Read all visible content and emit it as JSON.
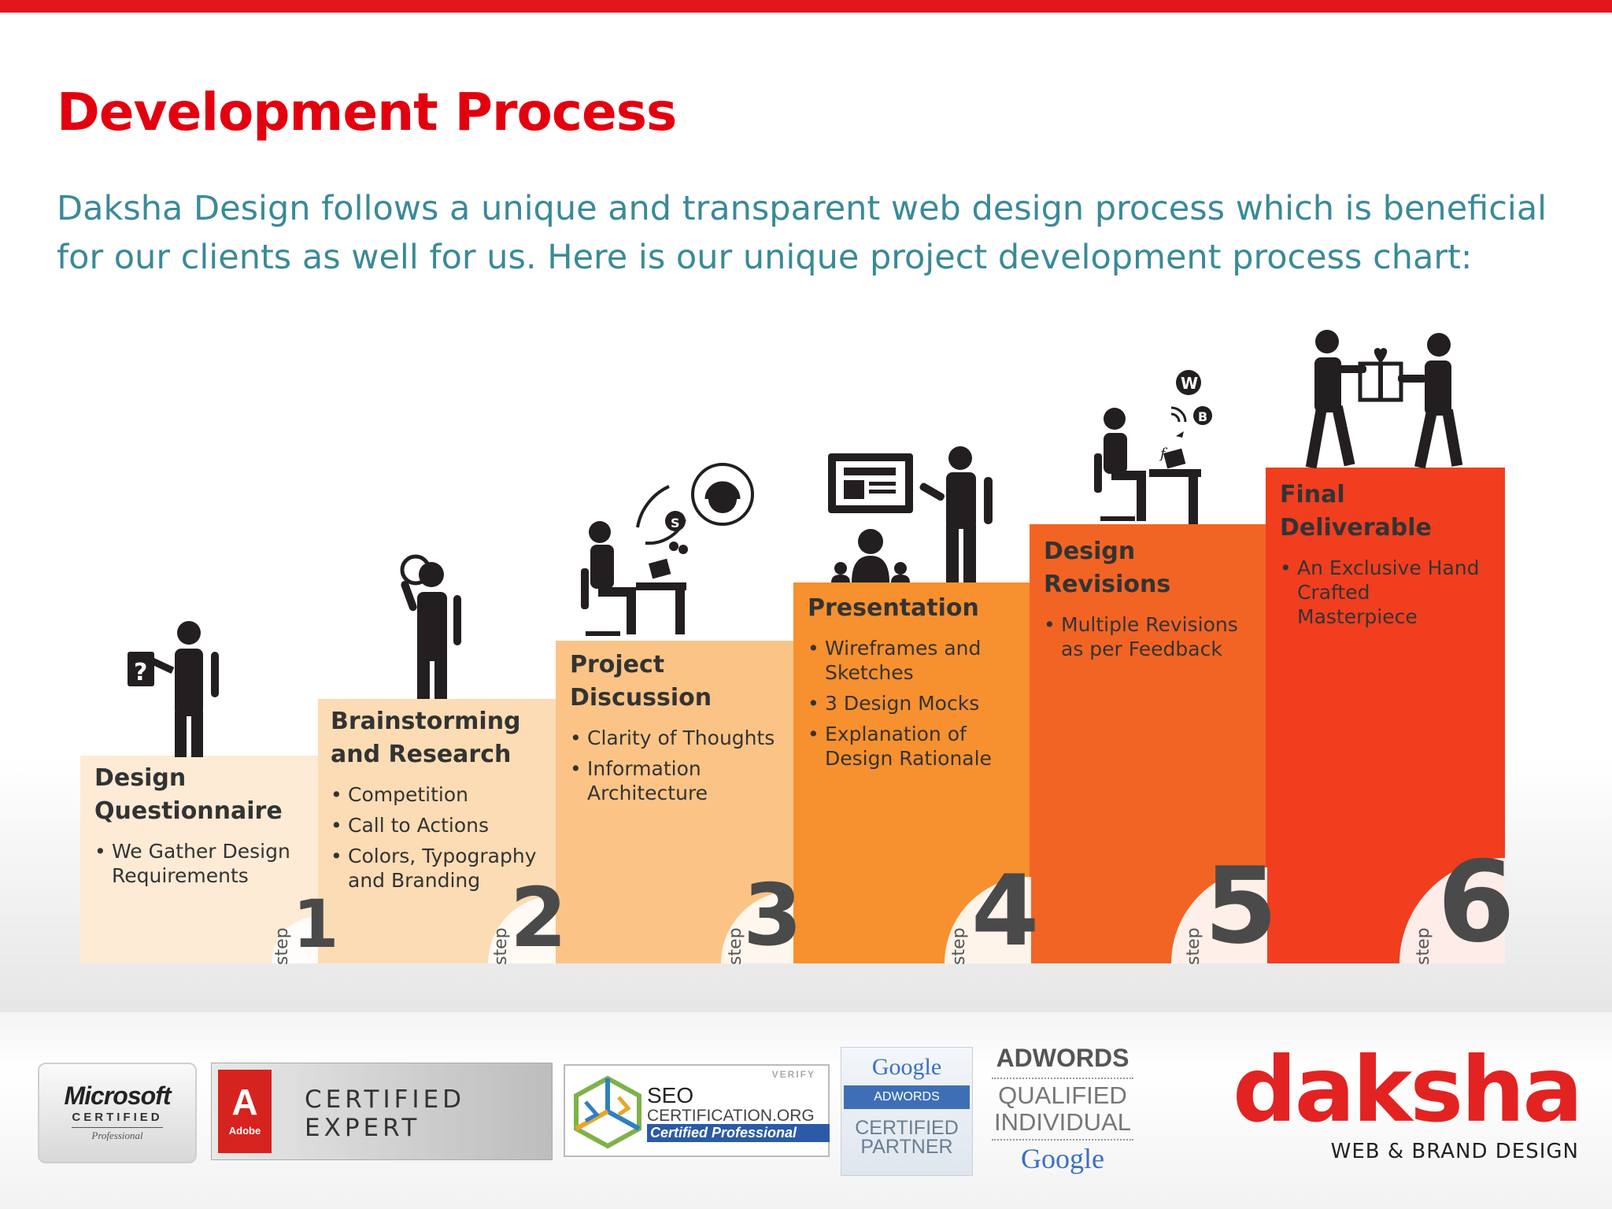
{
  "slide": {
    "title": "Development Process",
    "intro": "Daksha Design follows a unique and transparent web design process which is beneficial for our clients as well for us. Here is our unique project development process chart:"
  },
  "colors": {
    "topbar": "#e3161b",
    "title": "#e3000f",
    "intro": "#3a8a98",
    "steps": [
      "#fdebd6",
      "#fcdcb4",
      "#fbc486",
      "#f7902e",
      "#f26424",
      "#f03e1f"
    ]
  },
  "diagram": {
    "step_word": "step",
    "steps": [
      {
        "number": "1",
        "title": "Design Questionnaire",
        "bullets": [
          "We Gather Design Requirements"
        ],
        "icon": "person-question-icon"
      },
      {
        "number": "2",
        "title": "Brainstorming and Research",
        "bullets": [
          "Competition",
          "Call to Actions",
          "Colors, Typography and Branding"
        ],
        "icon": "person-magnifier-icon"
      },
      {
        "number": "3",
        "title": "Project Discussion",
        "bullets": [
          "Clarity of Thoughts",
          "Information Architecture"
        ],
        "icon": "person-desk-support-icon"
      },
      {
        "number": "4",
        "title": "Presentation",
        "bullets": [
          "Wireframes and Sketches",
          "3 Design Mocks",
          "Explanation of Design Rationale"
        ],
        "icon": "person-presenting-screen-icon"
      },
      {
        "number": "5",
        "title": "Design Revisions",
        "bullets": [
          "Multiple Revisions as per Feedback"
        ],
        "icon": "person-desk-social-icon"
      },
      {
        "number": "6",
        "title": "Final Deliverable",
        "bullets": [
          "An Exclusive Hand Crafted Masterpiece"
        ],
        "icon": "people-gift-handover-icon"
      }
    ]
  },
  "footer": {
    "microsoft": {
      "brand": "Microsoft",
      "line": "CERTIFIED",
      "sub": "Professional"
    },
    "adobe": {
      "logo_letter": "A",
      "logo_word": "Adobe",
      "line1": "CERTIFIED",
      "line2": "EXPERT"
    },
    "seo": {
      "verify": "VERIFY",
      "line1": "SEO",
      "line2": "CERTIFICATION.ORG",
      "line3": "Certified Professional"
    },
    "google_partner": {
      "brand": "Google",
      "adwords": "ADWORDS",
      "line1": "CERTIFIED",
      "line2": "PARTNER"
    },
    "adwords_qualified": {
      "line1": "ADWORDS",
      "line2": "QUALIFIED",
      "line3": "INDIVIDUAL",
      "brand": "Google"
    },
    "company": {
      "name": "daksha",
      "tagline": "WEB & BRAND DESIGN"
    }
  }
}
